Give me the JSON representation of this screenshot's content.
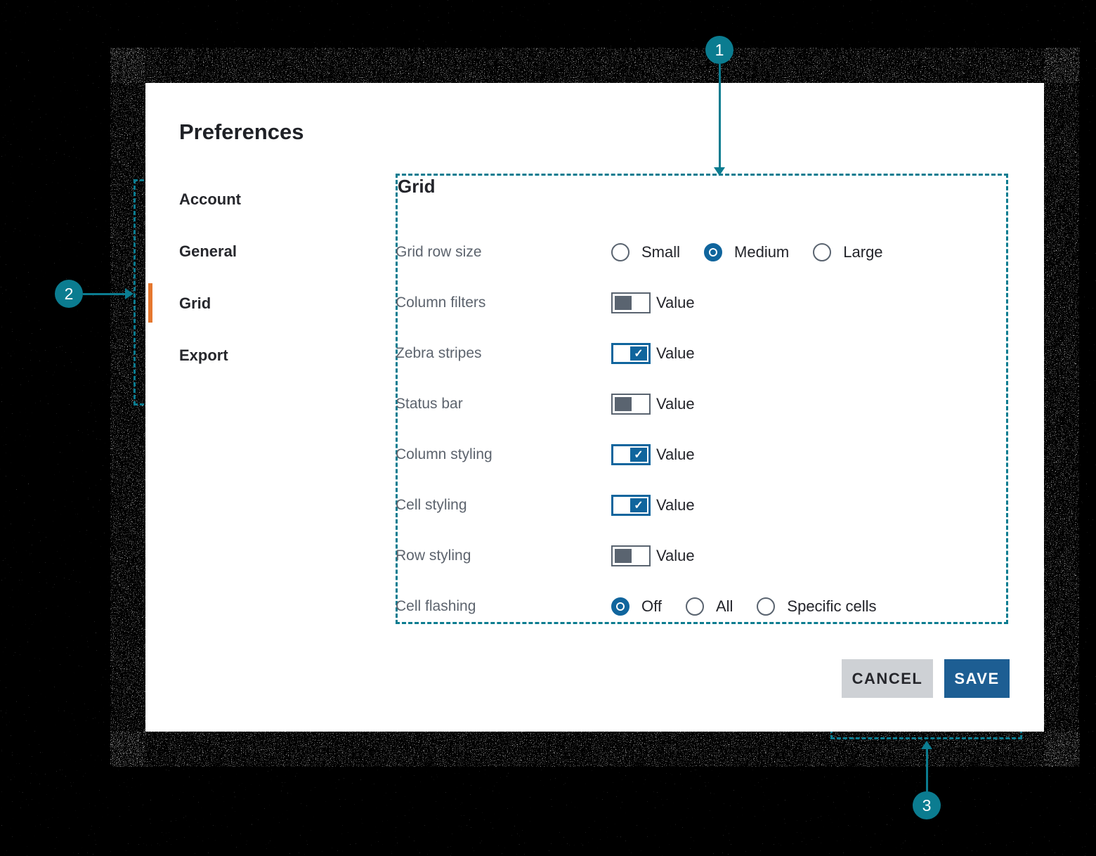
{
  "ui": {
    "title": "Preferences",
    "sidebar": {
      "items": [
        {
          "label": "Account",
          "selected": false
        },
        {
          "label": "General",
          "selected": false
        },
        {
          "label": "Grid",
          "selected": true
        },
        {
          "label": "Export",
          "selected": false
        }
      ]
    },
    "panel": {
      "heading": "Grid",
      "rows": [
        {
          "label": "Grid row size",
          "type": "radio-group",
          "options": [
            {
              "label": "Small",
              "checked": false
            },
            {
              "label": "Medium",
              "checked": true
            },
            {
              "label": "Large",
              "checked": false
            }
          ]
        },
        {
          "label": "Column filters",
          "type": "toggle",
          "checked": false,
          "value_label": "Value"
        },
        {
          "label": "Zebra stripes",
          "type": "toggle",
          "checked": true,
          "value_label": "Value"
        },
        {
          "label": "Status bar",
          "type": "toggle",
          "checked": false,
          "value_label": "Value"
        },
        {
          "label": "Column styling",
          "type": "toggle",
          "checked": true,
          "value_label": "Value"
        },
        {
          "label": "Cell styling",
          "type": "toggle",
          "checked": true,
          "value_label": "Value"
        },
        {
          "label": "Row styling",
          "type": "toggle",
          "checked": false,
          "value_label": "Value"
        },
        {
          "label": "Cell flashing",
          "type": "radio-group",
          "options": [
            {
              "label": "Off",
              "checked": true
            },
            {
              "label": "All",
              "checked": false
            },
            {
              "label": "Specific cells",
              "checked": false
            }
          ]
        }
      ]
    },
    "footer": {
      "cancel_label": "CANCEL",
      "save_label": "SAVE"
    },
    "icons": {
      "check_glyph": "✓"
    },
    "annotations": {
      "markers": [
        {
          "number": "1"
        },
        {
          "number": "2"
        },
        {
          "number": "3"
        }
      ]
    },
    "colors": {
      "teal": "#0b7c90",
      "control_blue": "#10659d",
      "save_blue": "#1d5e93",
      "orange": "#e5772e",
      "label_gray": "#5d646e",
      "text_dark": "#23242a",
      "cancel_gray": "#ced1d5"
    }
  }
}
